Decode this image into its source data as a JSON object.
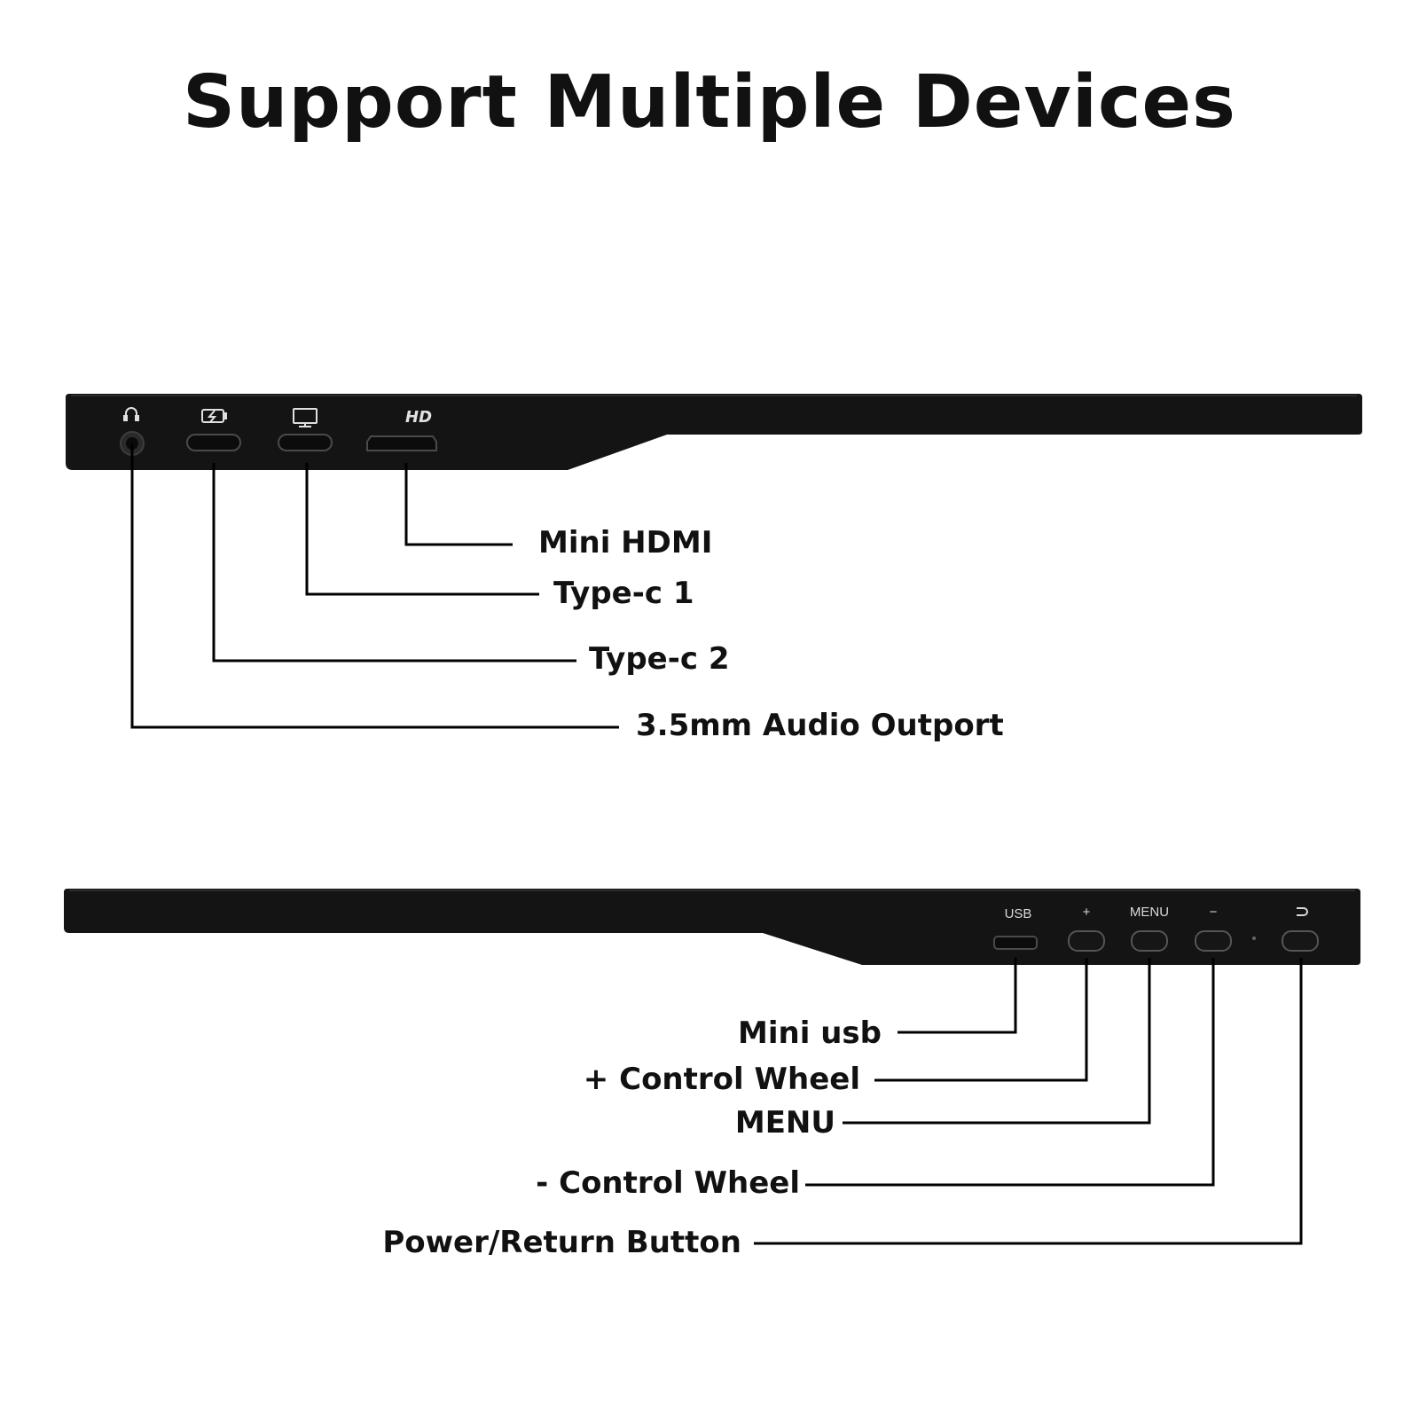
{
  "title": "Support Multiple Devices",
  "top_view": {
    "labels": {
      "mini_hdmi": "Mini HDMI",
      "typec1": "Type-c 1",
      "typec2": "Type-c 2",
      "audio": "3.5mm Audio Outport"
    },
    "icons": {
      "headphone": "headphone-icon",
      "battery": "battery-charging-icon",
      "monitor": "monitor-icon",
      "hd": "HD"
    }
  },
  "bottom_view": {
    "port_labels": {
      "usb": "USB",
      "plus": "+",
      "menu": "MENU",
      "minus": "−",
      "power": "power-return-icon"
    },
    "labels": {
      "mini_usb": "Mini usb",
      "plus_wheel": "+ Control Wheel",
      "menu": "MENU",
      "minus_wheel": "- Control Wheel",
      "power": "Power/Return Button"
    }
  },
  "colors": {
    "device_body": "#141414",
    "port": "#2a2a2a",
    "line": "#000000"
  }
}
